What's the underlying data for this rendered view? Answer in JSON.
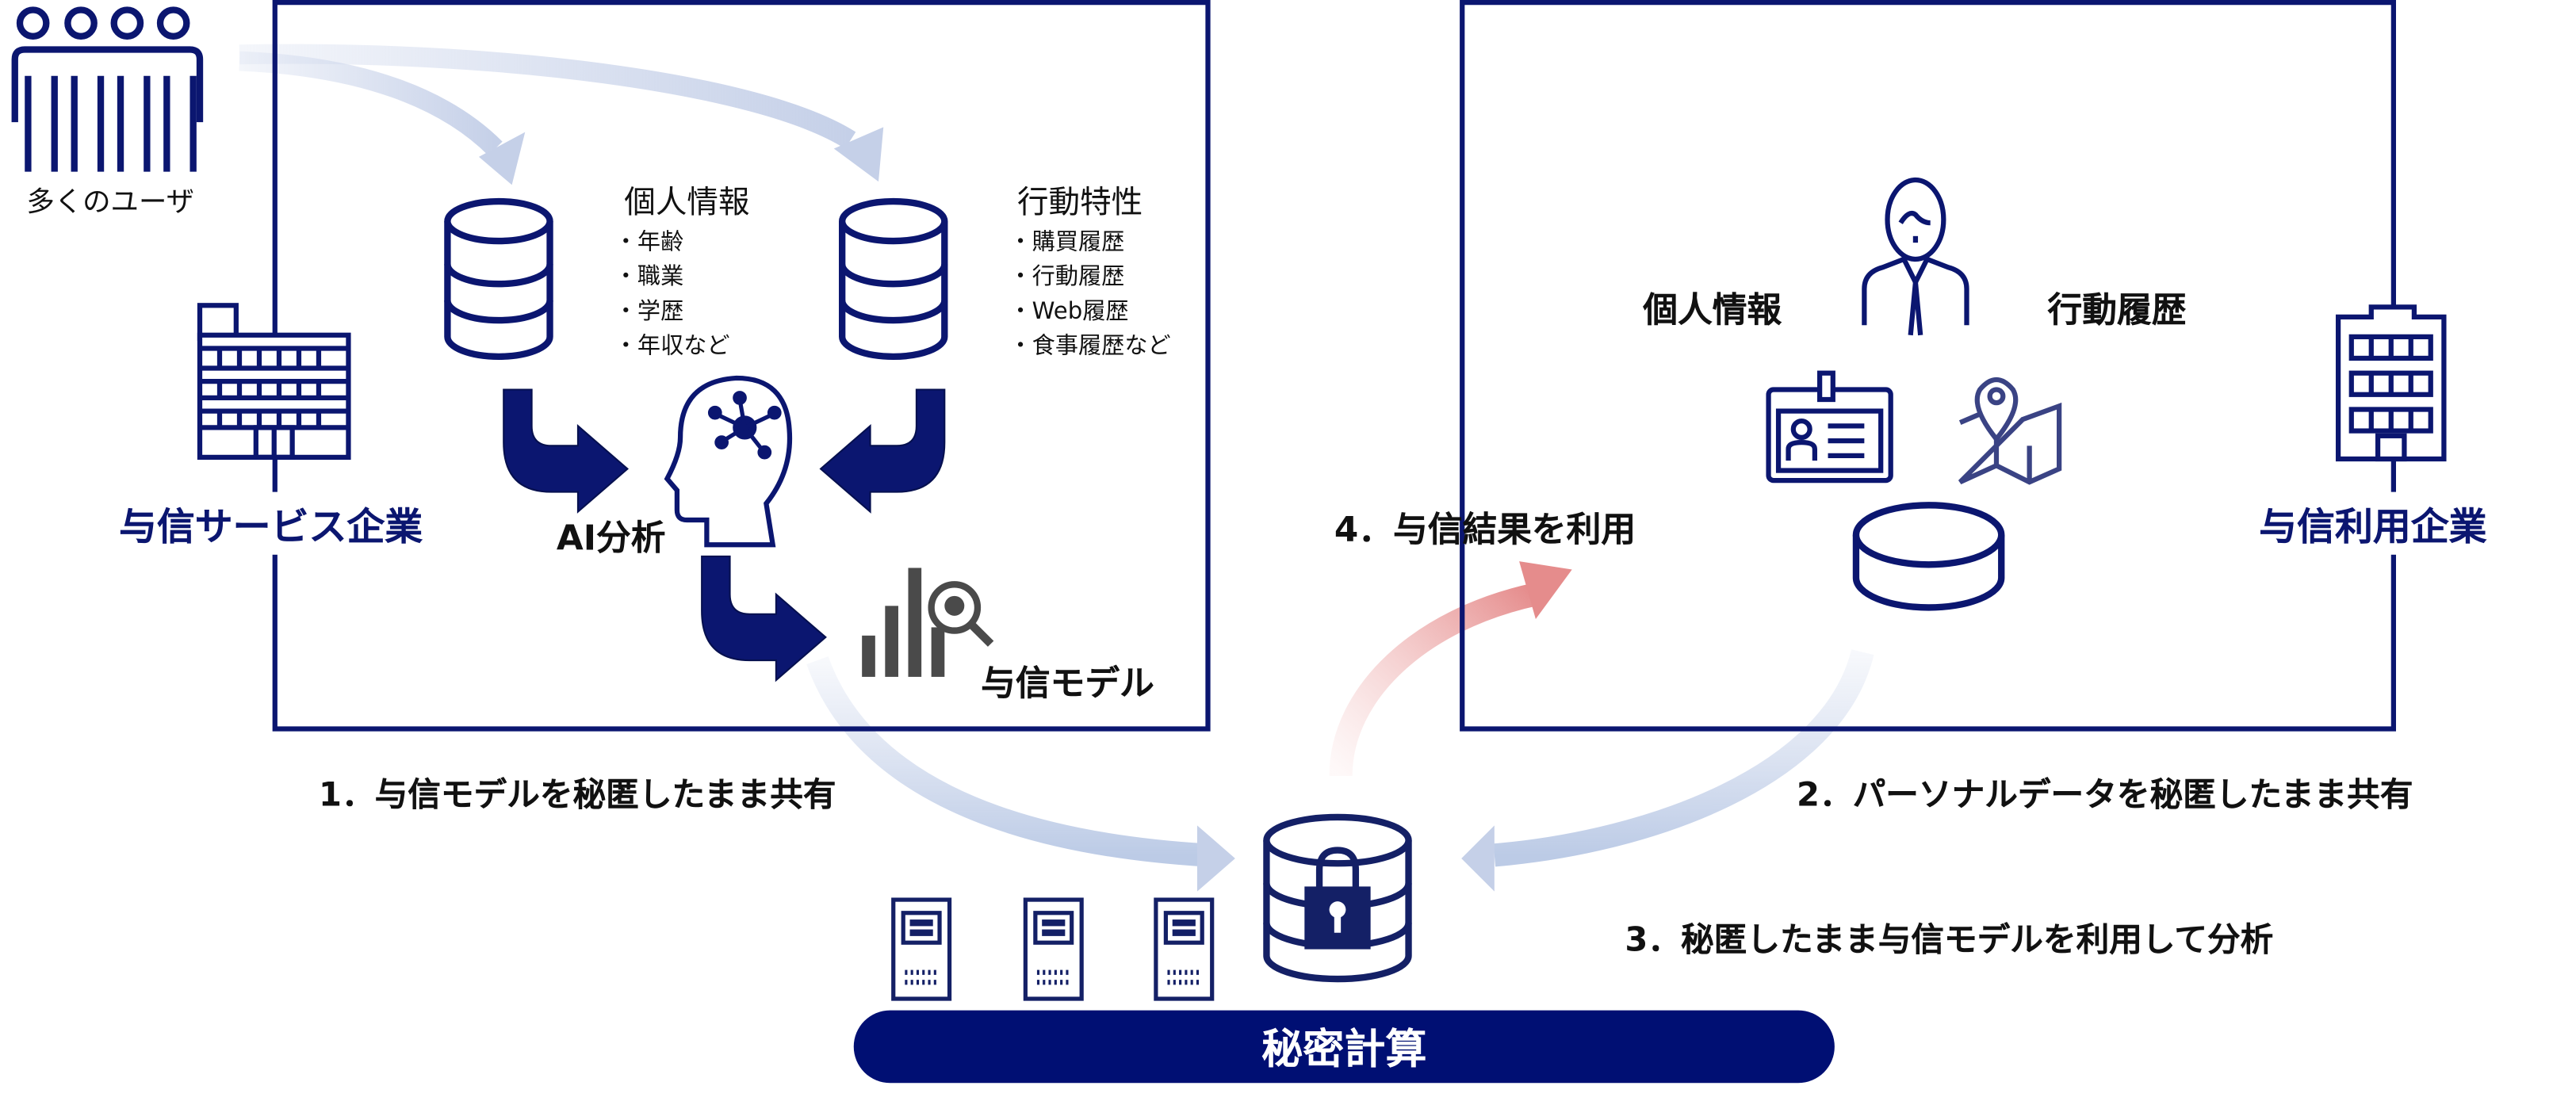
{
  "left": {
    "users_label": "多くのユーザ",
    "company_label": "与信サービス企業",
    "personal_info": {
      "title": "個人情報",
      "items": [
        "・年齢",
        "・職業",
        "・学歴",
        "・年収など"
      ]
    },
    "behavior": {
      "title": "行動特性",
      "items": [
        "・購買履歴",
        "・行動履歴",
        "・Web履歴",
        "・食事履歴など"
      ]
    },
    "ai_label": "AI分析",
    "model_label": "与信モデル"
  },
  "right": {
    "personal_info": "個人情報",
    "behavior_history": "行動履歴",
    "company_label": "与信利用企業"
  },
  "steps": {
    "step1": "1．与信モデルを秘匿したまま共有",
    "step2": "2．パーソナルデータを秘匿したまま共有",
    "step3": "3．秘匿したまま与信モデルを利用して分析",
    "step4": "4．与信結果を利用"
  },
  "platform_label": "秘密計算",
  "colors": {
    "navy": "#0b1670",
    "arrow_blue": "#c5d0e8",
    "arrow_pink": "#e58c8c"
  }
}
